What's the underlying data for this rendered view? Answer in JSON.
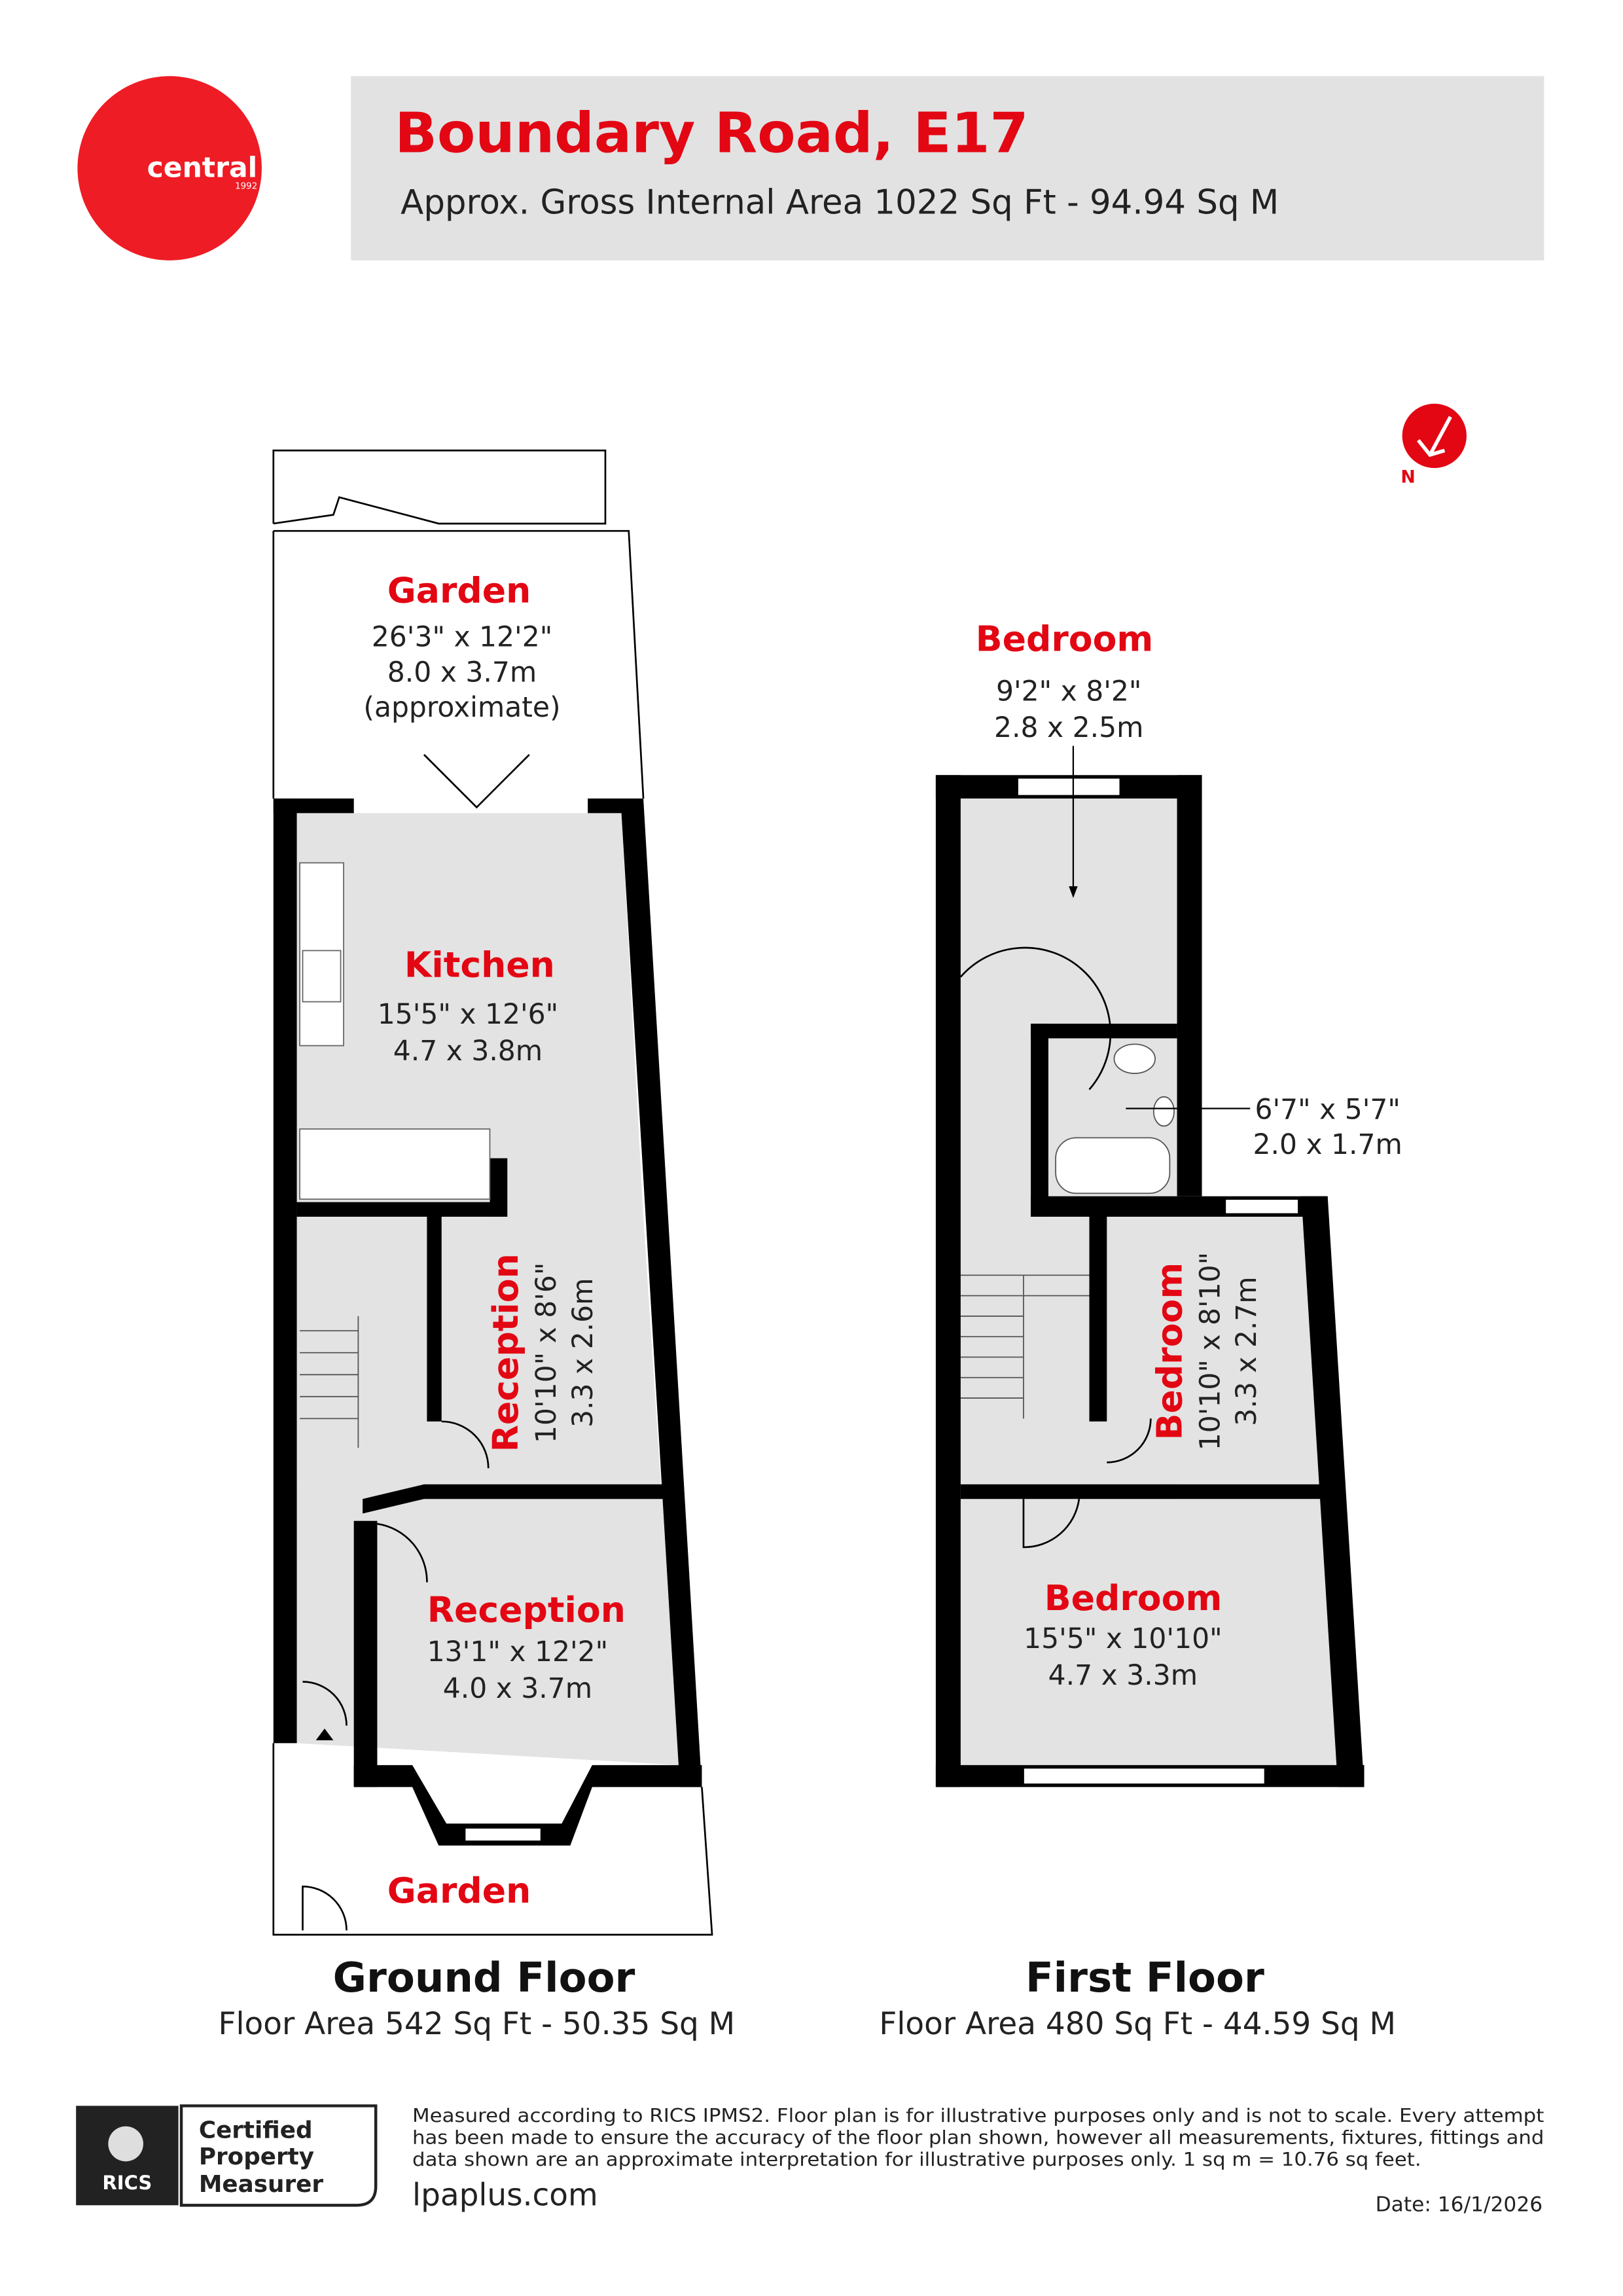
{
  "brand": {
    "logo_text": "central",
    "logo_year": "1992",
    "color": "#ee1c25"
  },
  "header": {
    "title": "Boundary Road, E17",
    "subtitle": "Approx. Gross Internal Area 1022 Sq Ft - 94.94 Sq M",
    "title_color": "#e30613",
    "band_color": "#e2e2e2"
  },
  "compass": {
    "label": "N",
    "icon": "north-arrow-icon"
  },
  "ground_floor": {
    "name": "Ground Floor",
    "area": "Floor Area 542 Sq Ft - 50.35 Sq M",
    "rooms": [
      {
        "name": "Garden",
        "imperial": "26'3\" x 12'2\"",
        "metric": "8.0 x 3.7m",
        "note": "(approximate)"
      },
      {
        "name": "Kitchen",
        "imperial": "15'5\" x 12'6\"",
        "metric": "4.7 x 3.8m"
      },
      {
        "name": "Reception",
        "imperial": "10'10\" x 8'6\"",
        "metric": "3.3 x 2.6m"
      },
      {
        "name": "Reception",
        "imperial": "13'1\" x 12'2\"",
        "metric": "4.0 x 3.7m"
      },
      {
        "name": "Garden"
      }
    ]
  },
  "first_floor": {
    "name": "First Floor",
    "area": "Floor Area 480 Sq Ft - 44.59 Sq M",
    "rooms": [
      {
        "name": "Bedroom",
        "imperial": "9'2\" x 8'2\"",
        "metric": "2.8 x 2.5m"
      },
      {
        "name": "",
        "imperial": "6'7\" x 5'7\"",
        "metric": "2.0 x 1.7m"
      },
      {
        "name": "Bedroom",
        "imperial": "10'10\" x 8'10\"",
        "metric": "3.3 x 2.7m"
      },
      {
        "name": "Bedroom",
        "imperial": "15'5\" x 10'10\"",
        "metric": "4.7 x 3.3m"
      }
    ]
  },
  "footer": {
    "badge_org": "RICS",
    "badge_lines": [
      "Certified",
      "Property",
      "Measurer"
    ],
    "disclaimer": [
      "Measured according to RICS IPMS2. Floor plan is for illustrative purposes only and is not to scale. Every attempt",
      "has been made to ensure the accuracy of the floor plan shown, however all measurements, fixtures, fittings and",
      "data shown are an approximate interpretation for illustrative purposes only. 1 sq m = 10.76 sq feet."
    ],
    "website": "lpaplus.com",
    "date": "Date: 16/1/2026"
  }
}
